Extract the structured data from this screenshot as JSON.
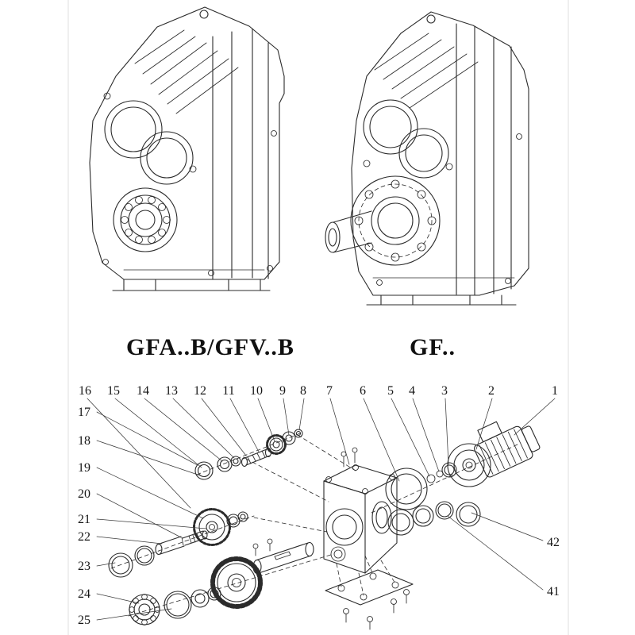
{
  "products": {
    "left_label": "GFA..B/GFV..B",
    "right_label": "GF.."
  },
  "exploded_view": {
    "callouts_top": [
      "16",
      "15",
      "14",
      "13",
      "12",
      "11",
      "10",
      "9",
      "8",
      "7",
      "6",
      "5",
      "4",
      "3",
      "2",
      "1"
    ],
    "callouts_left": [
      "17",
      "18",
      "19",
      "20",
      "21",
      "22",
      "23",
      "24",
      "25"
    ],
    "callouts_right": [
      "42",
      "41"
    ]
  },
  "colors": {
    "line": "#2b2b2b",
    "background": "#ffffff"
  }
}
